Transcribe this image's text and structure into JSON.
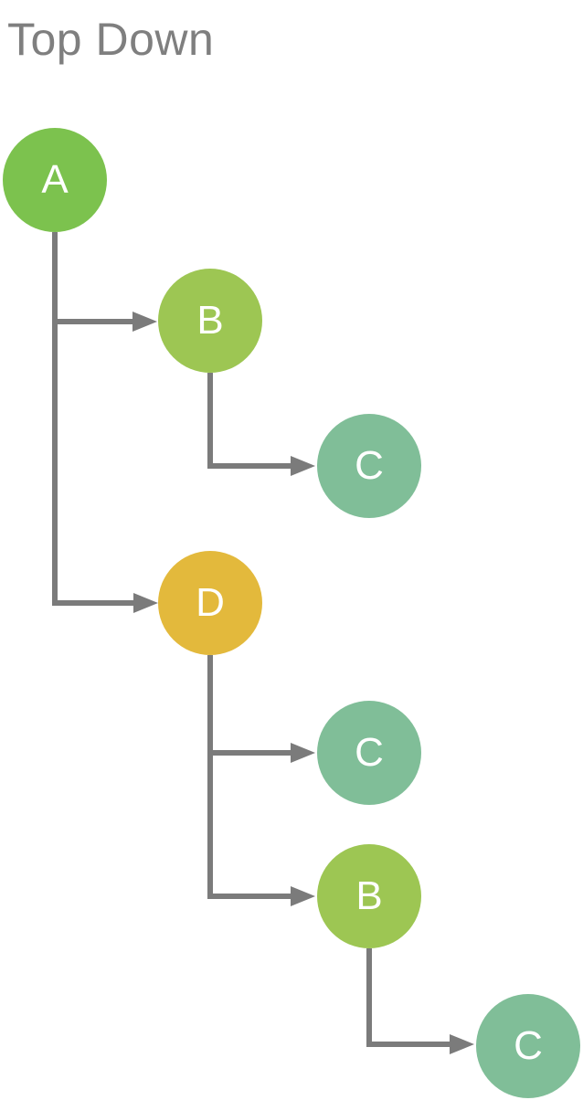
{
  "title": "Top Down",
  "colors": {
    "green_a": "#7CC24E",
    "green_b": "#9DC653",
    "teal_c": "#80BE98",
    "gold_d": "#E3B93C",
    "connector_gray": "#7B7B7B",
    "title_gray": "#7F7F7F",
    "label_white": "#FFFFFF"
  },
  "nodes": [
    {
      "id": "A",
      "label": "A",
      "color": "#7CC24E"
    },
    {
      "id": "B1",
      "label": "B",
      "color": "#9DC653"
    },
    {
      "id": "C1",
      "label": "C",
      "color": "#80BE98"
    },
    {
      "id": "D",
      "label": "D",
      "color": "#E3B93C"
    },
    {
      "id": "C2",
      "label": "C",
      "color": "#80BE98"
    },
    {
      "id": "B2",
      "label": "B",
      "color": "#9DC653"
    },
    {
      "id": "C3",
      "label": "C",
      "color": "#80BE98"
    }
  ],
  "edges": [
    {
      "from": "A",
      "to": "B1"
    },
    {
      "from": "A",
      "to": "D"
    },
    {
      "from": "B1",
      "to": "C1"
    },
    {
      "from": "D",
      "to": "C2"
    },
    {
      "from": "D",
      "to": "B2"
    },
    {
      "from": "B2",
      "to": "C3"
    }
  ],
  "layout_direction": "top-down"
}
